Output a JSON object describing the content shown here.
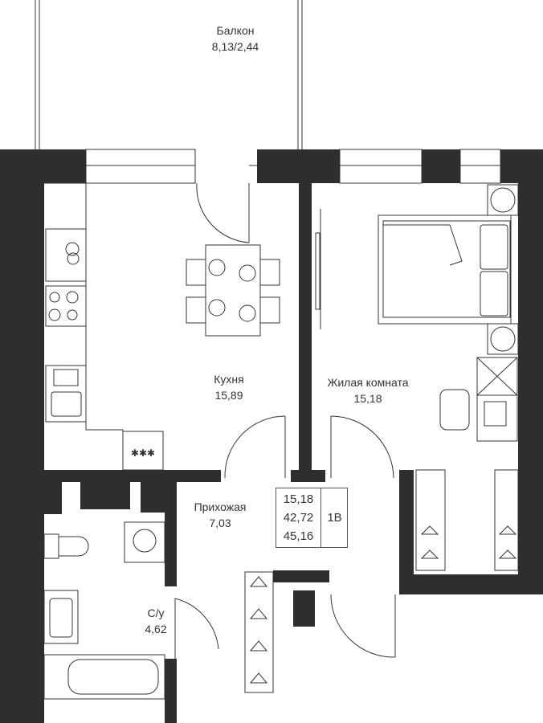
{
  "colors": {
    "wall": "#2e2e2e",
    "line": "#333333",
    "background": "#ffffff"
  },
  "rooms": {
    "balcony": {
      "name": "Балкон",
      "area": "8,13/2,44"
    },
    "kitchen": {
      "name": "Кухня",
      "area": "15,89"
    },
    "living": {
      "name": "Жилая комната",
      "area": "15,18"
    },
    "hall": {
      "name": "Прихожая",
      "area": "7,03"
    },
    "bathroom": {
      "name": "С/у",
      "area": "4,62"
    }
  },
  "summary": {
    "living_area": "15,18",
    "total_area": "42,72",
    "total_with_balcony": "45,16",
    "type": "1В"
  }
}
